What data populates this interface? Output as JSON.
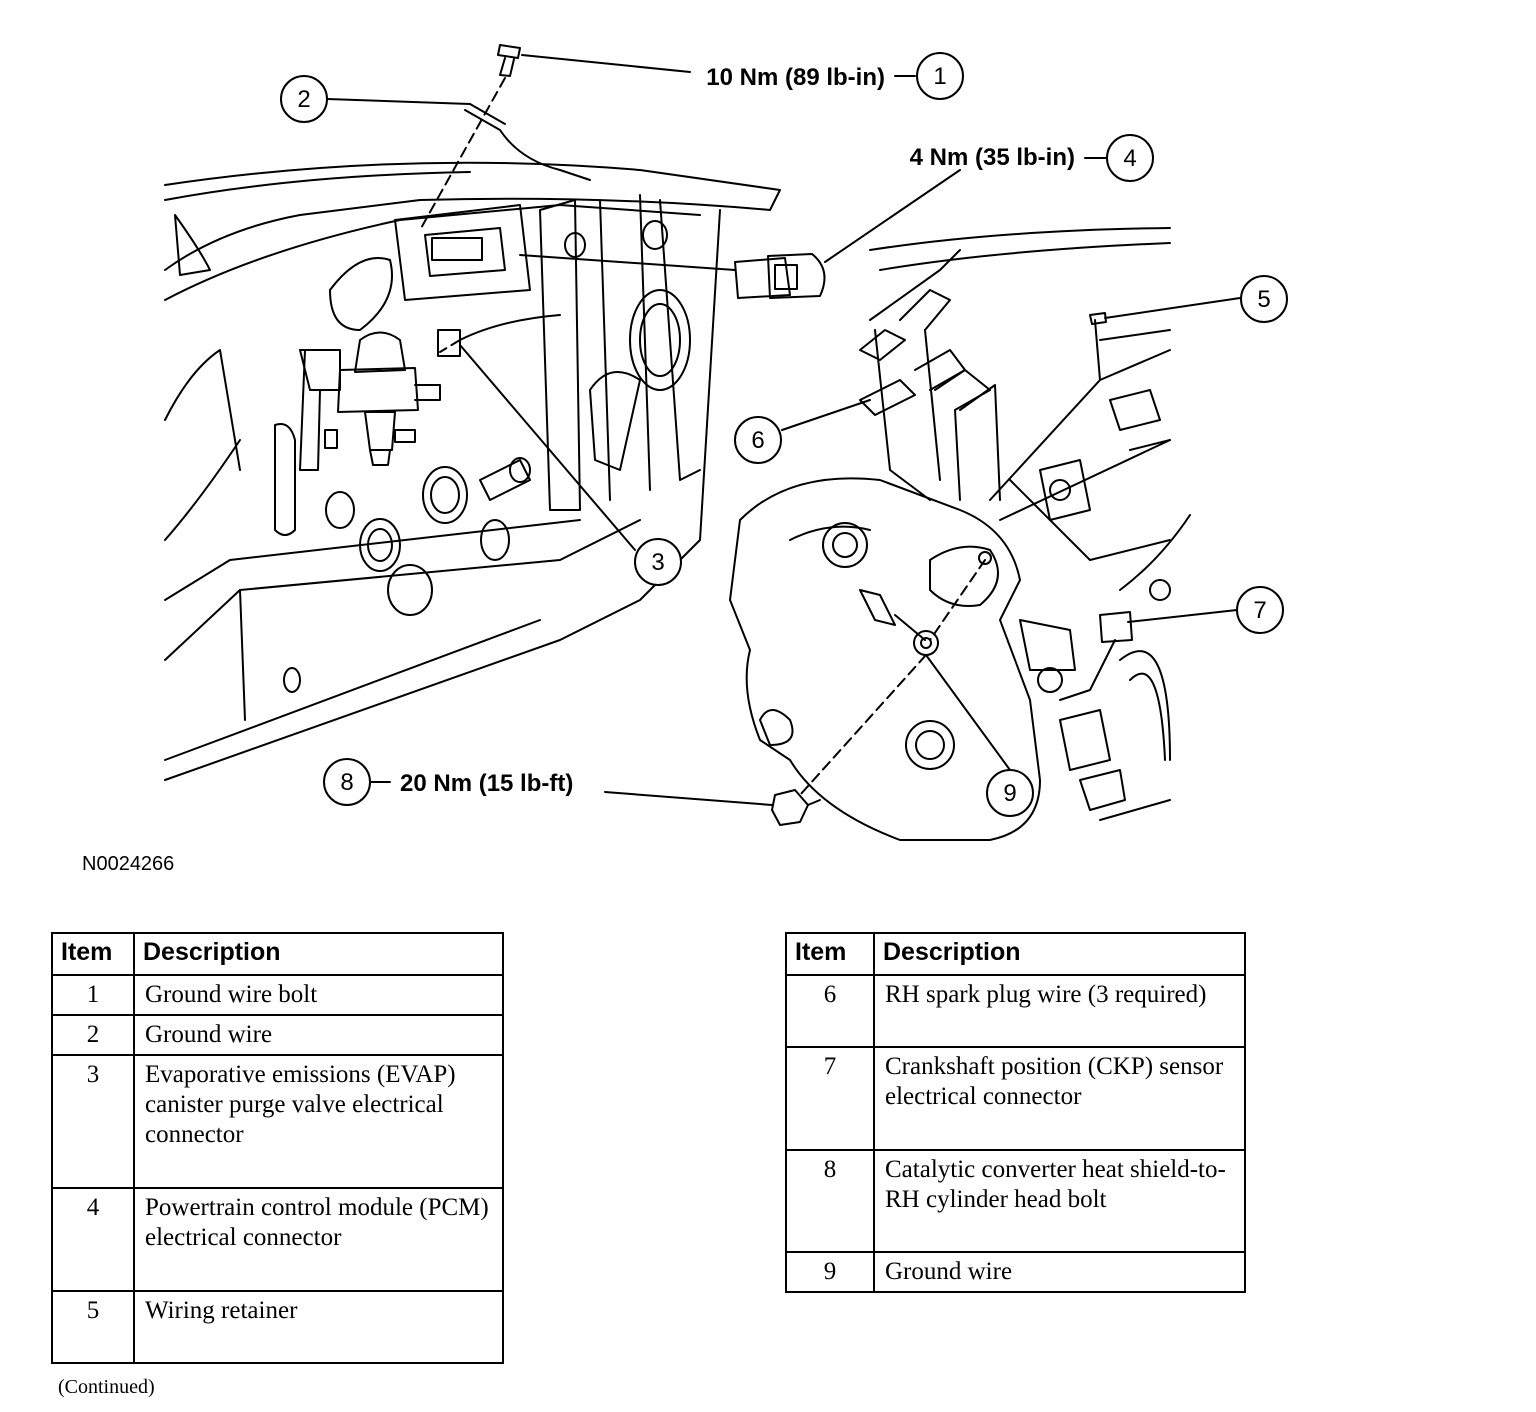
{
  "figure_id": "N0024266",
  "callouts": [
    {
      "num": "1",
      "spec": "10 Nm (89 lb-in)"
    },
    {
      "num": "2",
      "spec": ""
    },
    {
      "num": "3",
      "spec": ""
    },
    {
      "num": "4",
      "spec": "4 Nm (35 lb-in)"
    },
    {
      "num": "5",
      "spec": ""
    },
    {
      "num": "6",
      "spec": ""
    },
    {
      "num": "7",
      "spec": ""
    },
    {
      "num": "8",
      "spec": "20 Nm (15 lb-ft)"
    },
    {
      "num": "9",
      "spec": ""
    }
  ],
  "legend": {
    "col_item": "Item",
    "col_desc": "Description",
    "left_rows": [
      {
        "item": "1",
        "desc": "Ground wire bolt"
      },
      {
        "item": "2",
        "desc": "Ground wire"
      },
      {
        "item": "3",
        "desc": "Evaporative emissions (EVAP) canister purge valve electrical connector"
      },
      {
        "item": "4",
        "desc": "Powertrain control module (PCM) electrical connector"
      },
      {
        "item": "5",
        "desc": "Wiring retainer"
      }
    ],
    "right_rows": [
      {
        "item": "6",
        "desc": "RH spark plug wire (3 required)"
      },
      {
        "item": "7",
        "desc": "Crankshaft position (CKP) sensor electrical connector"
      },
      {
        "item": "8",
        "desc": "Catalytic converter heat shield-to-RH cylinder head bolt"
      },
      {
        "item": "9",
        "desc": "Ground wire"
      }
    ]
  },
  "continued": "(Continued)"
}
